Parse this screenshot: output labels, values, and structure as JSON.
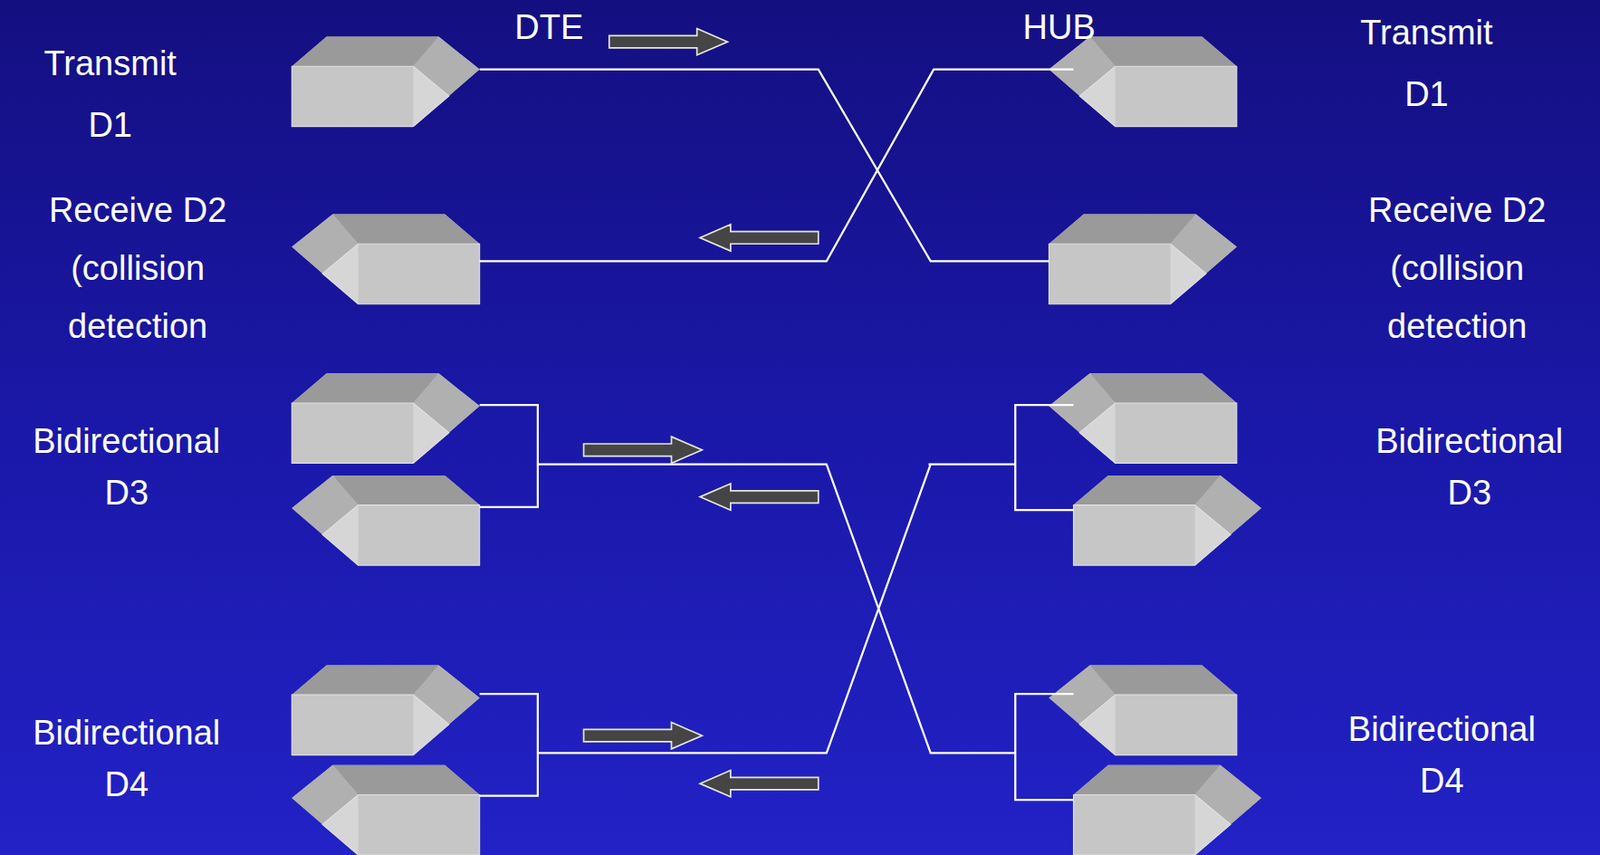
{
  "diagram": {
    "labels": [
      "DTE",
      "HUB",
      "Transmit D1",
      "Transmit D1",
      "Receive D2 (collision detection",
      "Receive D2 (collision detection",
      "Bidirectional D3",
      "Bidirectional D3",
      "Bidirectional D4",
      "Bidirectional D4"
    ]
  }
}
